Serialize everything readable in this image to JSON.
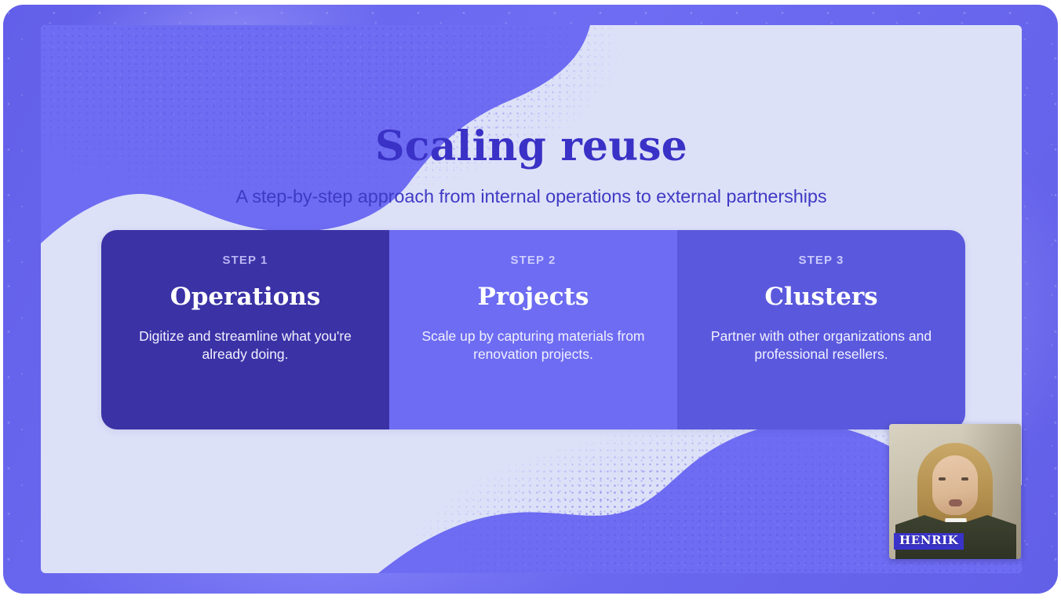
{
  "slide": {
    "title": "Scaling reuse",
    "subtitle": "A step-by-step approach from internal operations to external partnerships",
    "background_color": "#dde1f8",
    "frame_color": "#6d6cf2",
    "title_color": "#3a31c6",
    "subtitle_color": "#3f3ac4"
  },
  "steps": [
    {
      "eyebrow": "STEP 1",
      "title": "Operations",
      "description": "Digitize and streamline what you're already doing.",
      "card_color": "#3b32a6",
      "eyebrow_color": "#b9b5f2"
    },
    {
      "eyebrow": "STEP 2",
      "title": "Projects",
      "description": "Scale up by capturing materials from renovation projects.",
      "card_color": "#6d6cf2",
      "eyebrow_color": "#cfceff"
    },
    {
      "eyebrow": "STEP 3",
      "title": "Clusters",
      "description": "Partner with other organizations and professional resellers.",
      "card_color": "#5a59dd",
      "eyebrow_color": "#cbcaff"
    }
  ],
  "webcam": {
    "speaker_name": "HENRIK",
    "badge_color": "#3a33c9",
    "badge_text_color": "#ffffff"
  }
}
